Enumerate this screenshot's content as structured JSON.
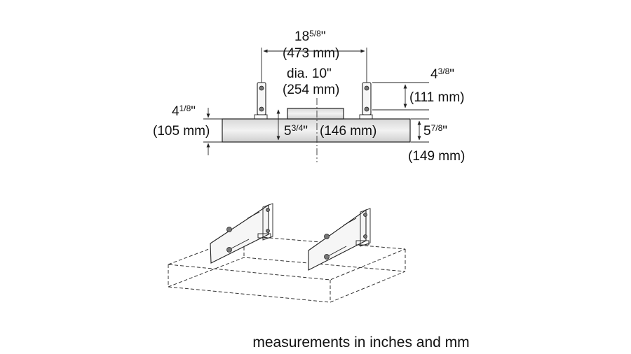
{
  "dimensions": {
    "width_between_brackets": {
      "whole": "18",
      "frac": "5/8",
      "unit": "\"",
      "metric": "(473 mm)"
    },
    "duct_diameter": {
      "label": "dia. 10\"",
      "metric": "(254 mm)"
    },
    "bracket_height": {
      "whole": "4",
      "frac": "3/8",
      "unit": "\"",
      "metric": "(111 mm)"
    },
    "left_height": {
      "whole": "4",
      "frac": "1/8",
      "unit": "\"",
      "metric": "(105 mm)"
    },
    "body_height": {
      "whole": "5",
      "frac": "3/4",
      "unit": "\"",
      "metric": "(146 mm)"
    },
    "total_height": {
      "whole": "5",
      "frac": "7/8",
      "unit": "\"",
      "metric": "(149 mm)"
    }
  },
  "caption": "measurements in inches and mm"
}
